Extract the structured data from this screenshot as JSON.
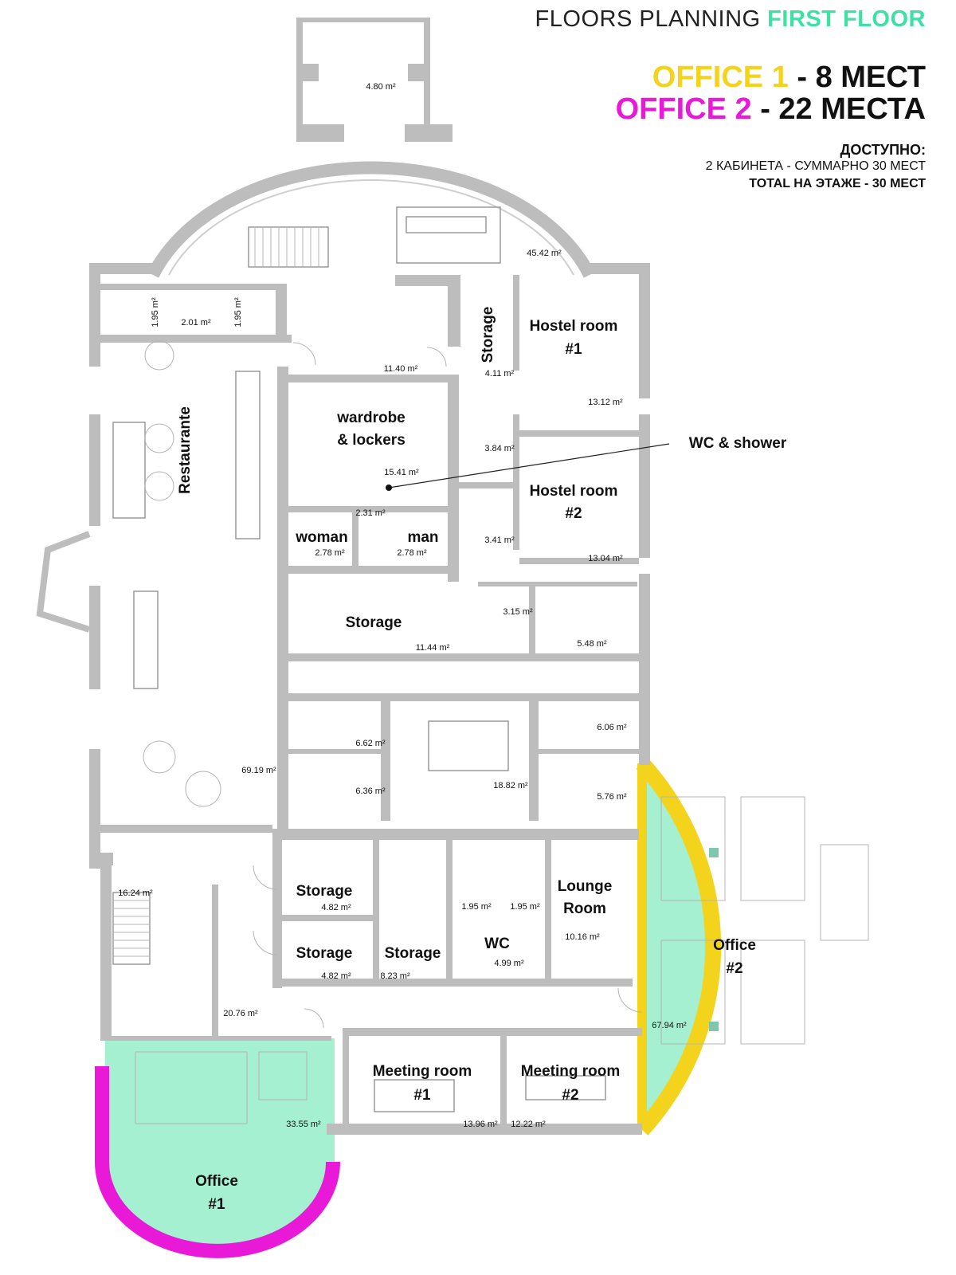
{
  "header": {
    "title_main": "FLOORS PLANNING",
    "title_accent": "FIRST FLOOR",
    "office1_label": "OFFICE 1",
    "office1_seats": "- 8 МЕСТ",
    "office2_label": "OFFICE 2",
    "office2_seats": "- 22 МЕСТА",
    "available_title": "ДОСТУПНО:",
    "available_line1": "2 КАБИНЕТА - СУММАРНО 30 МЕСТ",
    "available_line2": "TOTAL НА ЭТАЖЕ - 30 МЕСТ"
  },
  "colors": {
    "office1_accent": "#e81ad8",
    "office2_accent": "#f3d31b",
    "office_fill": "#a5f0d1",
    "title_accent": "#3fe0a4",
    "wall": "#bdbdbd"
  },
  "rooms": {
    "restaurante": "Restaurante",
    "wardrobe_l1": "wardrobe",
    "wardrobe_l2": "& lockers",
    "woman": "woman",
    "man": "man",
    "storage_mid": "Storage",
    "storage_vert": "Storage",
    "hostel1_l1": "Hostel room",
    "hostel1_l2": "#1",
    "hostel2_l1": "Hostel room",
    "hostel2_l2": "#2",
    "wc_shower": "WC & shower",
    "storage_a": "Storage",
    "storage_b": "Storage",
    "storage_c": "Storage",
    "wc": "WC",
    "lounge_l1": "Lounge",
    "lounge_l2": "Room",
    "office2_l1": "Office",
    "office2_l2": "#2",
    "meeting1_l1": "Meeting room",
    "meeting1_l2": "#1",
    "meeting2_l1": "Meeting room",
    "meeting2_l2": "#2",
    "office1_l1": "Office",
    "office1_l2": "#1"
  },
  "areas": {
    "a480": "4.80 m²",
    "a4542": "45.42 m²",
    "a195a": "1.95 m²",
    "a201": "2.01 m²",
    "a195b": "1.95 m²",
    "a1140": "11.40 m²",
    "a411": "4.11 m²",
    "a1312": "13.12 m²",
    "a384": "3.84 m²",
    "a1541": "15.41 m²",
    "a231": "2.31 m²",
    "a278a": "2.78 m²",
    "a278b": "2.78 m²",
    "a341": "3.41 m²",
    "a1304": "13.04 m²",
    "a315": "3.15 m²",
    "a548": "5.48 m²",
    "a1144": "11.44 m²",
    "a606": "6.06 m²",
    "a662": "6.62 m²",
    "a636": "6.36 m²",
    "a1882": "18.82 m²",
    "a576": "5.76 m²",
    "a6919": "69.19 m²",
    "a1624": "16.24 m²",
    "a482a": "4.82 m²",
    "a482b": "4.82 m²",
    "a823": "8.23 m²",
    "a195c": "1.95 m²",
    "a195d": "1.95 m²",
    "a499": "4.99 m²",
    "a1016": "10.16 m²",
    "a2076": "20.76 m²",
    "a6794": "67.94 m²",
    "a3355": "33.55 m²",
    "a1396": "13.96 m²",
    "a1222": "12.22 m²"
  }
}
